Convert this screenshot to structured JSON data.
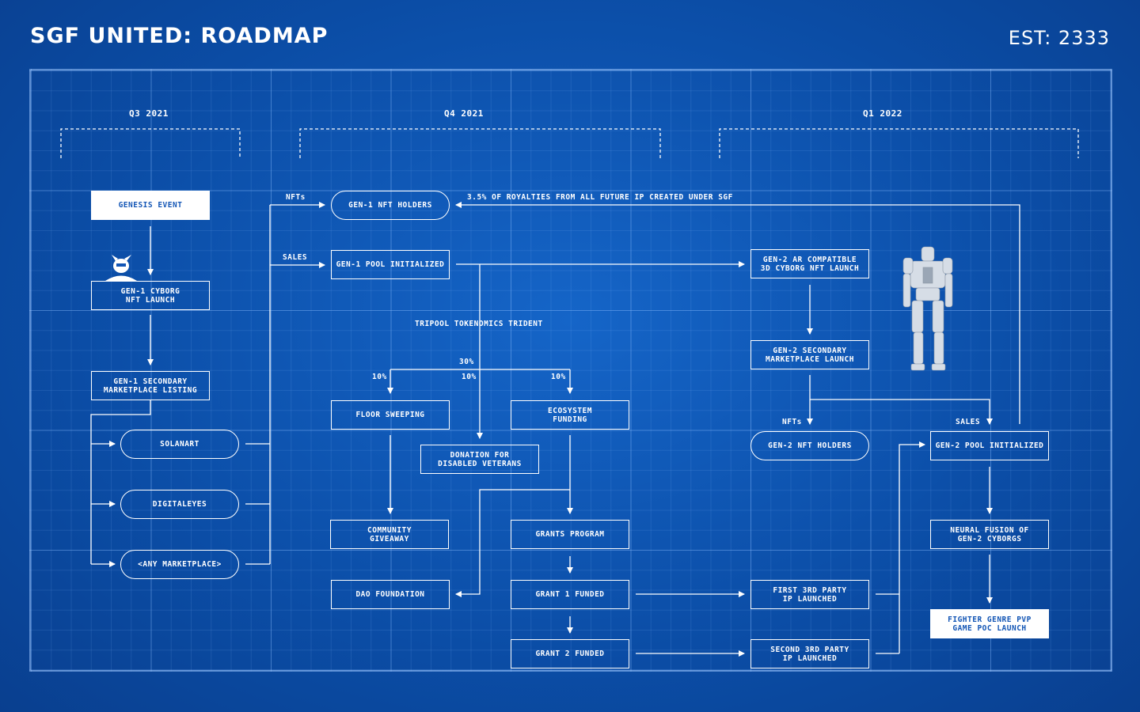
{
  "header": {
    "title": "SGF UNITED: ROADMAP",
    "est": "EST: 2333"
  },
  "quarters": [
    "Q3 2021",
    "Q4 2021",
    "Q1 2022"
  ],
  "nodes": {
    "genesis_event": "GENESIS EVENT",
    "gen1_cyborg_launch": "GEN-1 CYBORG\nNFT LAUNCH",
    "gen1_secondary_listing": "GEN-1 SECONDARY\nMARKETPLACE LISTING",
    "solanart": "SOLANART",
    "digitaleyes": "DIGITALEYES",
    "any_marketplace": "<ANY MARKETPLACE>",
    "gen1_nft_holders": "GEN-1 NFT HOLDERS",
    "gen1_pool": "GEN-1 POOL INITIALIZED",
    "floor_sweeping": "FLOOR SWEEPING",
    "ecosystem_funding": "ECOSYSTEM\nFUNDING",
    "donation_veterans": "DONATION FOR\nDISABLED VETERANS",
    "community_giveaway": "COMMUNITY\nGIVEAWAY",
    "grants_program": "GRANTS PROGRAM",
    "dao_foundation": "DAO FOUNDATION",
    "grant1": "GRANT 1 FUNDED",
    "grant2": "GRANT 2 FUNDED",
    "gen2_ar_launch": "GEN-2 AR COMPATIBLE\n3D CYBORG NFT LAUNCH",
    "gen2_secondary": "GEN-2 SECONDARY\nMARKETPLACE LAUNCH",
    "gen2_nft_holders": "GEN-2 NFT HOLDERS",
    "gen2_pool": "GEN-2 POOL INITIALIZED",
    "neural_fusion": "NEURAL FUSION OF\nGEN-2 CYBORGS",
    "fighter_game": "FIGHTER GENRE PVP\nGAME POC LAUNCH",
    "first_ip": "FIRST 3RD PARTY\nIP LAUNCHED",
    "second_ip": "SECOND 3RD PARTY\nIP LAUNCHED"
  },
  "labels": {
    "nfts_1": "NFTs",
    "sales_1": "SALES",
    "royalties": "3.5% OF ROYALTIES FROM ALL FUTURE IP CREATED UNDER SGF",
    "tripool": "TRIPOOL TOKENOMICS TRIDENT",
    "pct_30": "30%",
    "pct_a": "10%",
    "pct_b": "10%",
    "pct_c": "10%",
    "nfts_2": "NFTs",
    "sales_2": "SALES"
  },
  "colors": {
    "background": "#0d4fa8",
    "line": "#ffffff",
    "solid_box_text": "#1255b5"
  }
}
